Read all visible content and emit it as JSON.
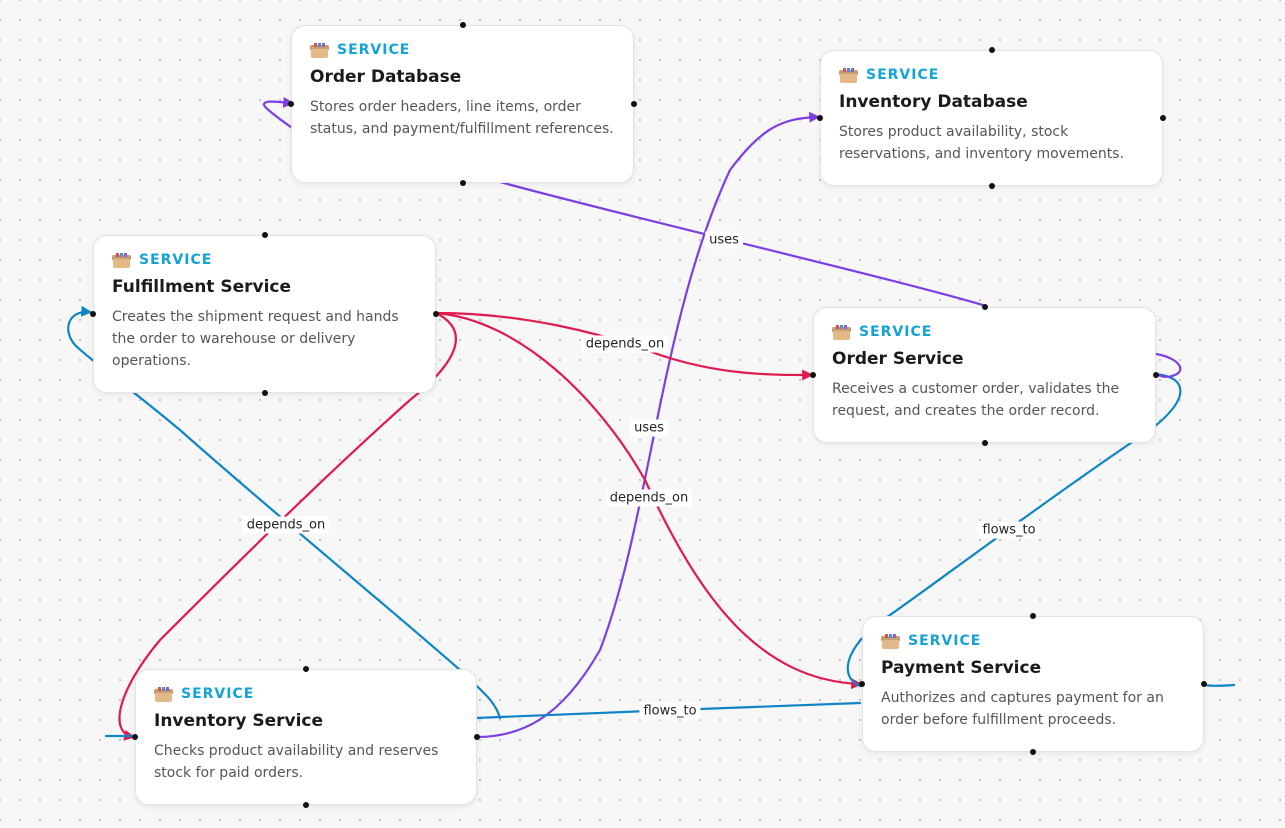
{
  "colors": {
    "uses": "#7b3fe4",
    "depends_on": "#e0194e",
    "flows_to": "#0f86c4",
    "kind_label": "#13a3d6"
  },
  "nodes": [
    {
      "id": "order-database",
      "kind": "SERVICE",
      "icon": "package-icon",
      "title": "Order Database",
      "description": "Stores order headers, line items, order status, and payment/fulfillment references."
    },
    {
      "id": "inventory-database",
      "kind": "SERVICE",
      "icon": "package-icon",
      "title": "Inventory Database",
      "description": "Stores product availability, stock reservations, and inventory movements."
    },
    {
      "id": "fulfillment-service",
      "kind": "SERVICE",
      "icon": "package-icon",
      "title": "Fulfillment Service",
      "description": "Creates the shipment request and hands the order to warehouse or delivery operations."
    },
    {
      "id": "order-service",
      "kind": "SERVICE",
      "icon": "package-icon",
      "title": "Order Service",
      "description": "Receives a customer order, validates the request, and creates the order record."
    },
    {
      "id": "payment-service",
      "kind": "SERVICE",
      "icon": "package-icon",
      "title": "Payment Service",
      "description": "Authorizes and captures payment for an order before fulfillment proceeds."
    },
    {
      "id": "inventory-service",
      "kind": "SERVICE",
      "icon": "package-icon",
      "title": "Inventory Service",
      "description": "Checks product availability and reserves stock for paid orders."
    }
  ],
  "edges": [
    {
      "from": "order-service",
      "to": "order-database",
      "type": "uses",
      "label": "uses"
    },
    {
      "from": "inventory-service",
      "to": "inventory-database",
      "type": "uses",
      "label": "uses"
    },
    {
      "from": "fulfillment-service",
      "to": "order-service",
      "type": "depends_on",
      "label": "depends_on"
    },
    {
      "from": "fulfillment-service",
      "to": "payment-service",
      "type": "depends_on",
      "label": "depends_on"
    },
    {
      "from": "fulfillment-service",
      "to": "inventory-service",
      "type": "depends_on",
      "label": "depends_on"
    },
    {
      "from": "order-service",
      "to": "payment-service",
      "type": "flows_to",
      "label": "flows_to"
    },
    {
      "from": "payment-service",
      "to": "inventory-service",
      "type": "flows_to",
      "label": "flows_to"
    },
    {
      "from": "inventory-service",
      "to": "fulfillment-service",
      "type": "flows_to",
      "label": ""
    }
  ]
}
